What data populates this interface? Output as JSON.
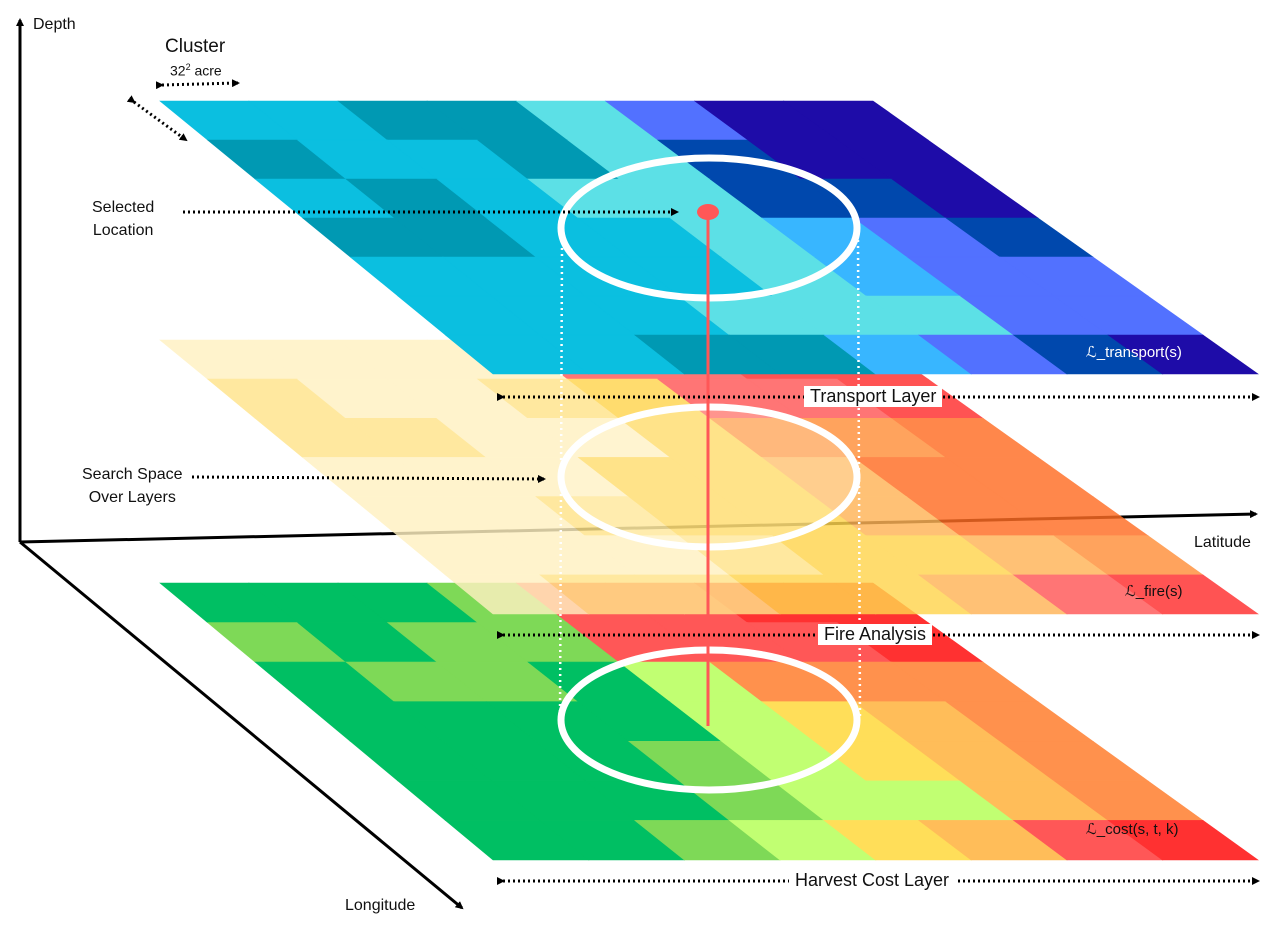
{
  "axes": {
    "depth": "Depth",
    "latitude": "Latitude",
    "longitude": "Longitude"
  },
  "cluster": {
    "title": "Cluster",
    "size_value": "32",
    "size_exp": "2",
    "size_unit": "acre"
  },
  "callouts": {
    "selected_location_line1": "Selected",
    "selected_location_line2": "Location",
    "search_space_line1": "Search Space",
    "search_space_line2": "Over Layers"
  },
  "layers": [
    {
      "id": "transport",
      "band_label": "Transport Layer",
      "function_label": "ℒ_transport(s)"
    },
    {
      "id": "fire",
      "band_label": "Fire Analysis",
      "function_label": "ℒ_fire(s)"
    },
    {
      "id": "cost",
      "band_label": "Harvest Cost Layer",
      "function_label": "ℒ_cost(s, t, k)"
    }
  ],
  "colors": {
    "transport": [
      "#0bbfe0",
      "#0099b3",
      "#5ce0e6",
      "#38b6ff",
      "#5271ff",
      "#0048ad",
      "#1e0ca8",
      "#0fa6c9"
    ],
    "fire": [
      "#fff1c1",
      "#ffe48a",
      "#ffd54f",
      "#ffb457",
      "#ff8f3a",
      "#ff5757",
      "#ff2e2e",
      "#ff6d24"
    ],
    "cost": [
      "#00bf63",
      "#7ed957",
      "#c1ff72",
      "#ffde59",
      "#ffbd59",
      "#ff914d",
      "#ff5757",
      "#ff3131"
    ],
    "marker": "#ff5757",
    "axis": "#000000"
  }
}
